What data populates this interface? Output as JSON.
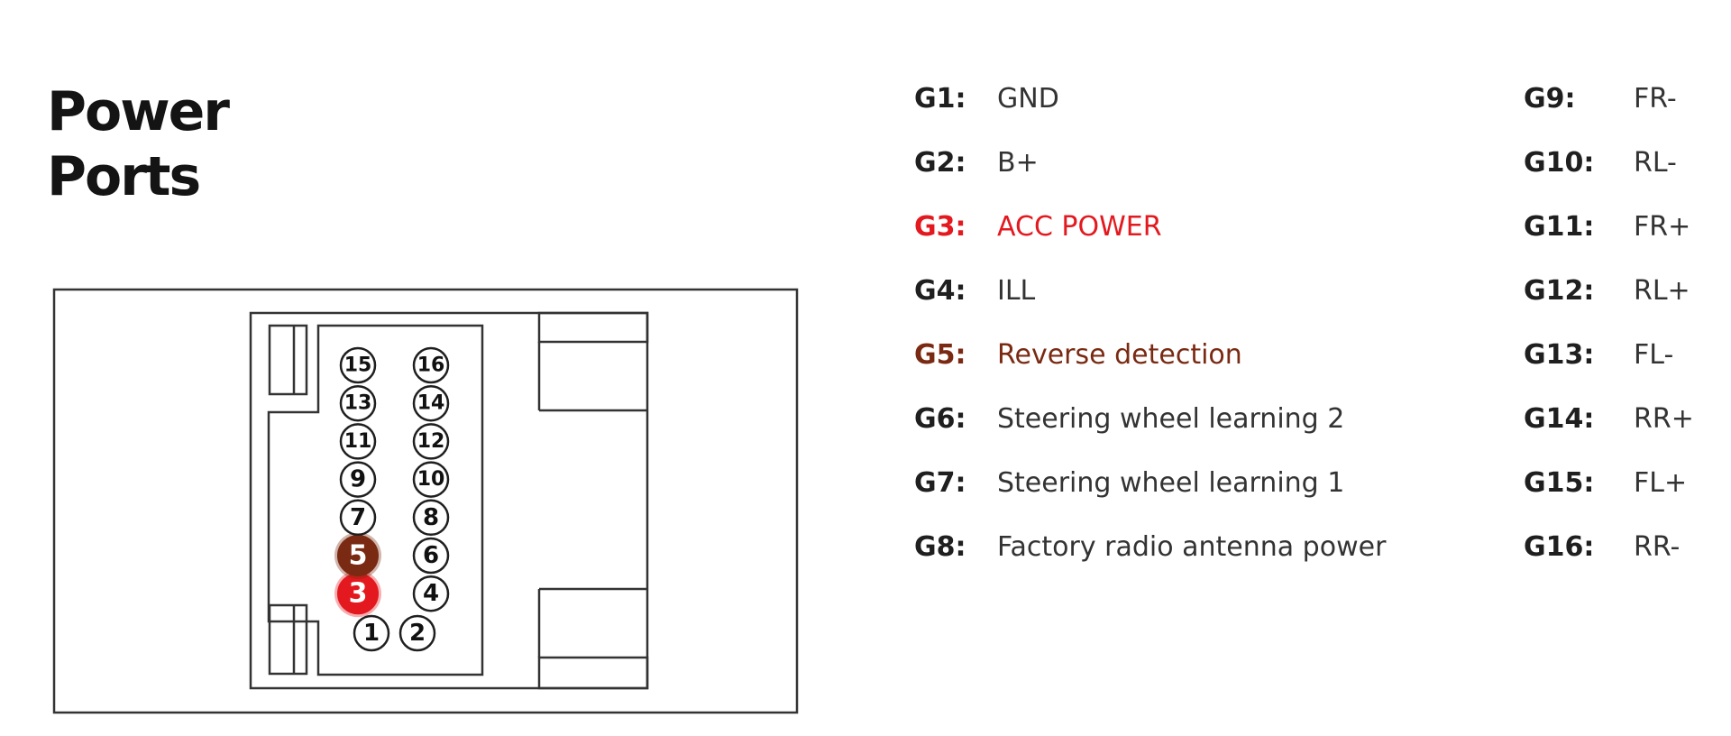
{
  "title": {
    "line1": "Power",
    "line2": "Ports"
  },
  "colors": {
    "accent_red": "#e3191f",
    "accent_brown": "#7a2a12",
    "text": "#1f1f1f",
    "stroke": "#333333"
  },
  "connector": {
    "pins": [
      {
        "number": "1",
        "highlight": "none"
      },
      {
        "number": "2",
        "highlight": "none"
      },
      {
        "number": "3",
        "highlight": "red"
      },
      {
        "number": "4",
        "highlight": "none"
      },
      {
        "number": "5",
        "highlight": "brown"
      },
      {
        "number": "6",
        "highlight": "none"
      },
      {
        "number": "7",
        "highlight": "none"
      },
      {
        "number": "8",
        "highlight": "none"
      },
      {
        "number": "9",
        "highlight": "none"
      },
      {
        "number": "10",
        "highlight": "none"
      },
      {
        "number": "11",
        "highlight": "none"
      },
      {
        "number": "12",
        "highlight": "none"
      },
      {
        "number": "13",
        "highlight": "none"
      },
      {
        "number": "14",
        "highlight": "none"
      },
      {
        "number": "15",
        "highlight": "none"
      },
      {
        "number": "16",
        "highlight": "none"
      }
    ]
  },
  "pinout": {
    "left": [
      {
        "id": "G1:",
        "function": "GND",
        "highlight": "none"
      },
      {
        "id": "G2:",
        "function": "B+",
        "highlight": "none"
      },
      {
        "id": "G3:",
        "function": "ACC POWER",
        "highlight": "red"
      },
      {
        "id": "G4:",
        "function": "ILL",
        "highlight": "none"
      },
      {
        "id": "G5:",
        "function": "Reverse detection",
        "highlight": "brown"
      },
      {
        "id": "G6:",
        "function": "Steering wheel learning 2",
        "highlight": "none"
      },
      {
        "id": "G7:",
        "function": "Steering wheel learning 1",
        "highlight": "none"
      },
      {
        "id": "G8:",
        "function": "Factory radio antenna power",
        "highlight": "none"
      }
    ],
    "right": [
      {
        "id": "G9:",
        "function": "FR-",
        "highlight": "none"
      },
      {
        "id": "G10:",
        "function": "RL-",
        "highlight": "none"
      },
      {
        "id": "G11:",
        "function": "FR+",
        "highlight": "none"
      },
      {
        "id": "G12:",
        "function": "RL+",
        "highlight": "none"
      },
      {
        "id": "G13:",
        "function": "FL-",
        "highlight": "none"
      },
      {
        "id": "G14:",
        "function": "RR+",
        "highlight": "none"
      },
      {
        "id": "G15:",
        "function": "FL+",
        "highlight": "none"
      },
      {
        "id": "G16:",
        "function": "RR-",
        "highlight": "none"
      }
    ]
  }
}
